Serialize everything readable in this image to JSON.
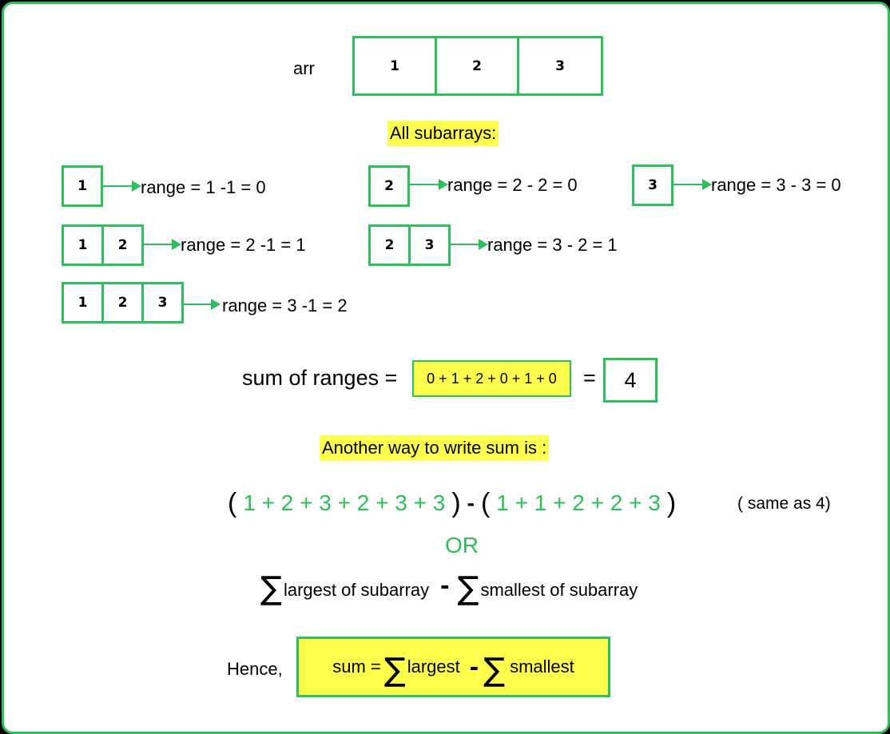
{
  "arr": {
    "label": "arr",
    "values": [
      "1",
      "2",
      "3"
    ]
  },
  "subarrays_heading": "All subarrays:",
  "subarrays": [
    {
      "cells": [
        "1"
      ],
      "range": "range = 1 -1 = 0"
    },
    {
      "cells": [
        "2"
      ],
      "range": "range = 2 - 2 = 0"
    },
    {
      "cells": [
        "3"
      ],
      "range": "range = 3 - 3 = 0"
    },
    {
      "cells": [
        "1",
        "2"
      ],
      "range": "range = 2 -1 = 1"
    },
    {
      "cells": [
        "2",
        "3"
      ],
      "range": "range = 3 - 2 = 1"
    },
    {
      "cells": [
        "1",
        "2",
        "3"
      ],
      "range": "range = 3 -1 = 2"
    }
  ],
  "sum_of_ranges": {
    "label": "sum of ranges =",
    "expression": "0 + 1 + 2 + 0 + 1 + 0",
    "equals": "=",
    "result": "4"
  },
  "another_way": "Another way to write sum is :",
  "formula": {
    "open1": "(",
    "largest_sum": "1 + 2 + 3 + 2 + 3 + 3",
    "close1": ")",
    "minus": "-",
    "open2": "(",
    "smallest_sum": "1 + 1 + 2 + 2 + 3",
    "close2": ")",
    "note": "( same as 4)"
  },
  "or_label": "OR",
  "sigma_line": {
    "sigma": "∑",
    "largest": "largest of subarray",
    "minus": "-",
    "smallest": "smallest of subarray"
  },
  "hence": {
    "label": "Hence,",
    "sum": "sum =",
    "sigma": "∑",
    "largest": "largest",
    "minus": "-",
    "smallest": "smallest"
  },
  "colors": {
    "green": "#2cc05a",
    "highlight": "#ffff4d",
    "background": "#000000"
  }
}
